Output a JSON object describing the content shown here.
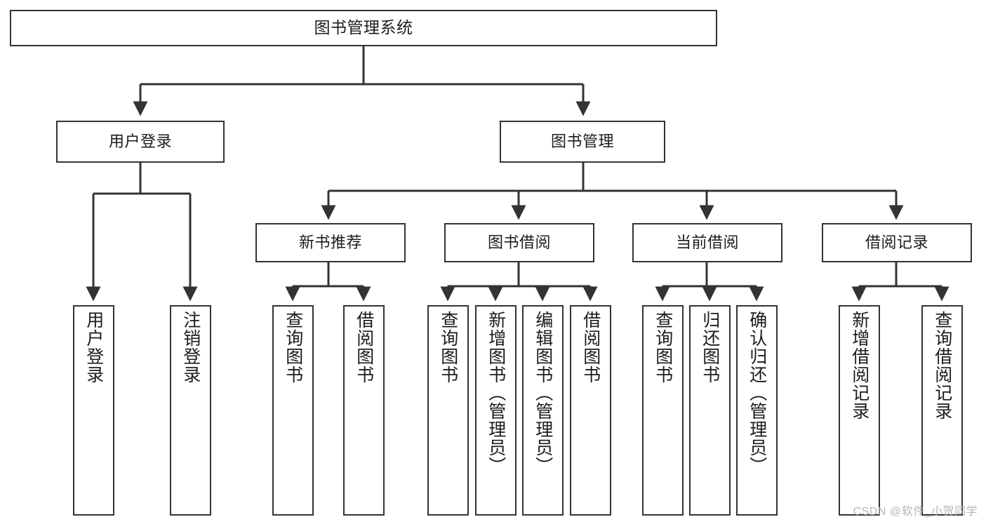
{
  "diagram": {
    "title": "图书管理系统",
    "type": "tree-hierarchy-diagram",
    "colors": {
      "node_border": "#333333",
      "node_fill": "#ffffff",
      "edge": "#333333",
      "text": "#1c1c1c",
      "watermark": "#b7b7b7",
      "background": "#ffffff"
    },
    "watermark": "CSDN @软件_小贺同学",
    "nodes": {
      "root": {
        "label": "图书管理系统"
      },
      "level1": [
        {
          "id": "user-login",
          "label": "用户登录"
        },
        {
          "id": "book-management",
          "label": "图书管理"
        }
      ],
      "level2": [
        {
          "id": "new-book-recommend",
          "label": "新书推荐"
        },
        {
          "id": "book-borrow",
          "label": "图书借阅"
        },
        {
          "id": "current-borrow",
          "label": "当前借阅"
        },
        {
          "id": "borrow-record",
          "label": "借阅记录"
        }
      ],
      "leaves": {
        "user_login": [
          {
            "id": "leaf-user-login",
            "label": "用户登录"
          },
          {
            "id": "leaf-logout-login",
            "label": "注销登录"
          }
        ],
        "new_book_recommend": [
          {
            "id": "leaf-query-book-1",
            "label": "查询图书"
          },
          {
            "id": "leaf-borrow-book-1",
            "label": "借阅图书"
          }
        ],
        "book_borrow": [
          {
            "id": "leaf-query-book-2",
            "label": "查询图书"
          },
          {
            "id": "leaf-add-book",
            "label": "新增图书（管理员）"
          },
          {
            "id": "leaf-edit-book",
            "label": "编辑图书（管理员）"
          },
          {
            "id": "leaf-borrow-book-2",
            "label": "借阅图书"
          }
        ],
        "current_borrow": [
          {
            "id": "leaf-query-book-3",
            "label": "查询图书"
          },
          {
            "id": "leaf-return-book",
            "label": "归还图书"
          },
          {
            "id": "leaf-confirm-return",
            "label": "确认归还（管理员）"
          }
        ],
        "borrow_record": [
          {
            "id": "leaf-add-record",
            "label": "新增借阅记录"
          },
          {
            "id": "leaf-query-record",
            "label": "查询借阅记录"
          }
        ]
      }
    }
  }
}
